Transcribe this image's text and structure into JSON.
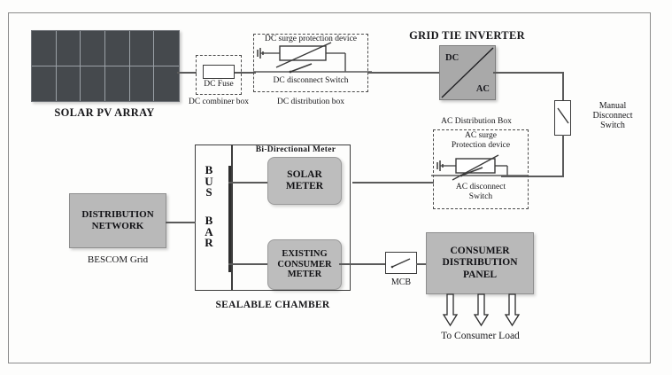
{
  "diagram": {
    "title_nodes": {
      "solar_array": "SOLAR PV ARRAY",
      "grid_tie_inverter": "GRID TIE INVERTER",
      "sealable_chamber": "SEALABLE CHAMBER",
      "bi_directional_meter": "Bi-Directional Meter"
    },
    "boxes": {
      "dc_combiner": {
        "inner_label": "DC Fuse",
        "caption": "DC combiner box"
      },
      "dc_distribution": {
        "surge_label": "DC surge protection device",
        "switch_label": "DC disconnect Switch",
        "caption": "DC distribution box"
      },
      "ac_distribution": {
        "caption": "AC Distribution Box",
        "surge_label_line1": "AC surge",
        "surge_label_line2": "Protection device",
        "switch_label_line1": "AC disconnect",
        "switch_label_line2": "Switch"
      },
      "inverter": {
        "input_label": "DC",
        "output_label": "AC"
      },
      "manual_disconnect": {
        "line1": "Manual",
        "line2": "Disconnect",
        "line3": "Switch"
      },
      "distribution_network": {
        "line1": "DISTRIBUTION",
        "line2": "NETWORK",
        "caption": "BESCOM Grid"
      },
      "solar_meter": {
        "line1": "SOLAR",
        "line2": "METER"
      },
      "existing_consumer_meter": {
        "line1": "EXISTING",
        "line2": "CONSUMER",
        "line3": "METER"
      },
      "mcb": {
        "caption": "MCB"
      },
      "consumer_panel": {
        "line1": "CONSUMER",
        "line2": "DISTRIBUTION",
        "line3": "PANEL",
        "caption": "To Consumer Load"
      },
      "bus_bar": {
        "letters_top": [
          "B",
          "U",
          "S"
        ],
        "letters_bottom": [
          "B",
          "A",
          "R"
        ]
      }
    },
    "colors": {
      "panel_cell": "#45494d",
      "gray_block": "#b9b9b9",
      "meter_block": "#bdbdbd",
      "inverter_block": "#a9a9a9",
      "wire": "#5a5a5a",
      "frame": "#8b8b8b"
    }
  }
}
